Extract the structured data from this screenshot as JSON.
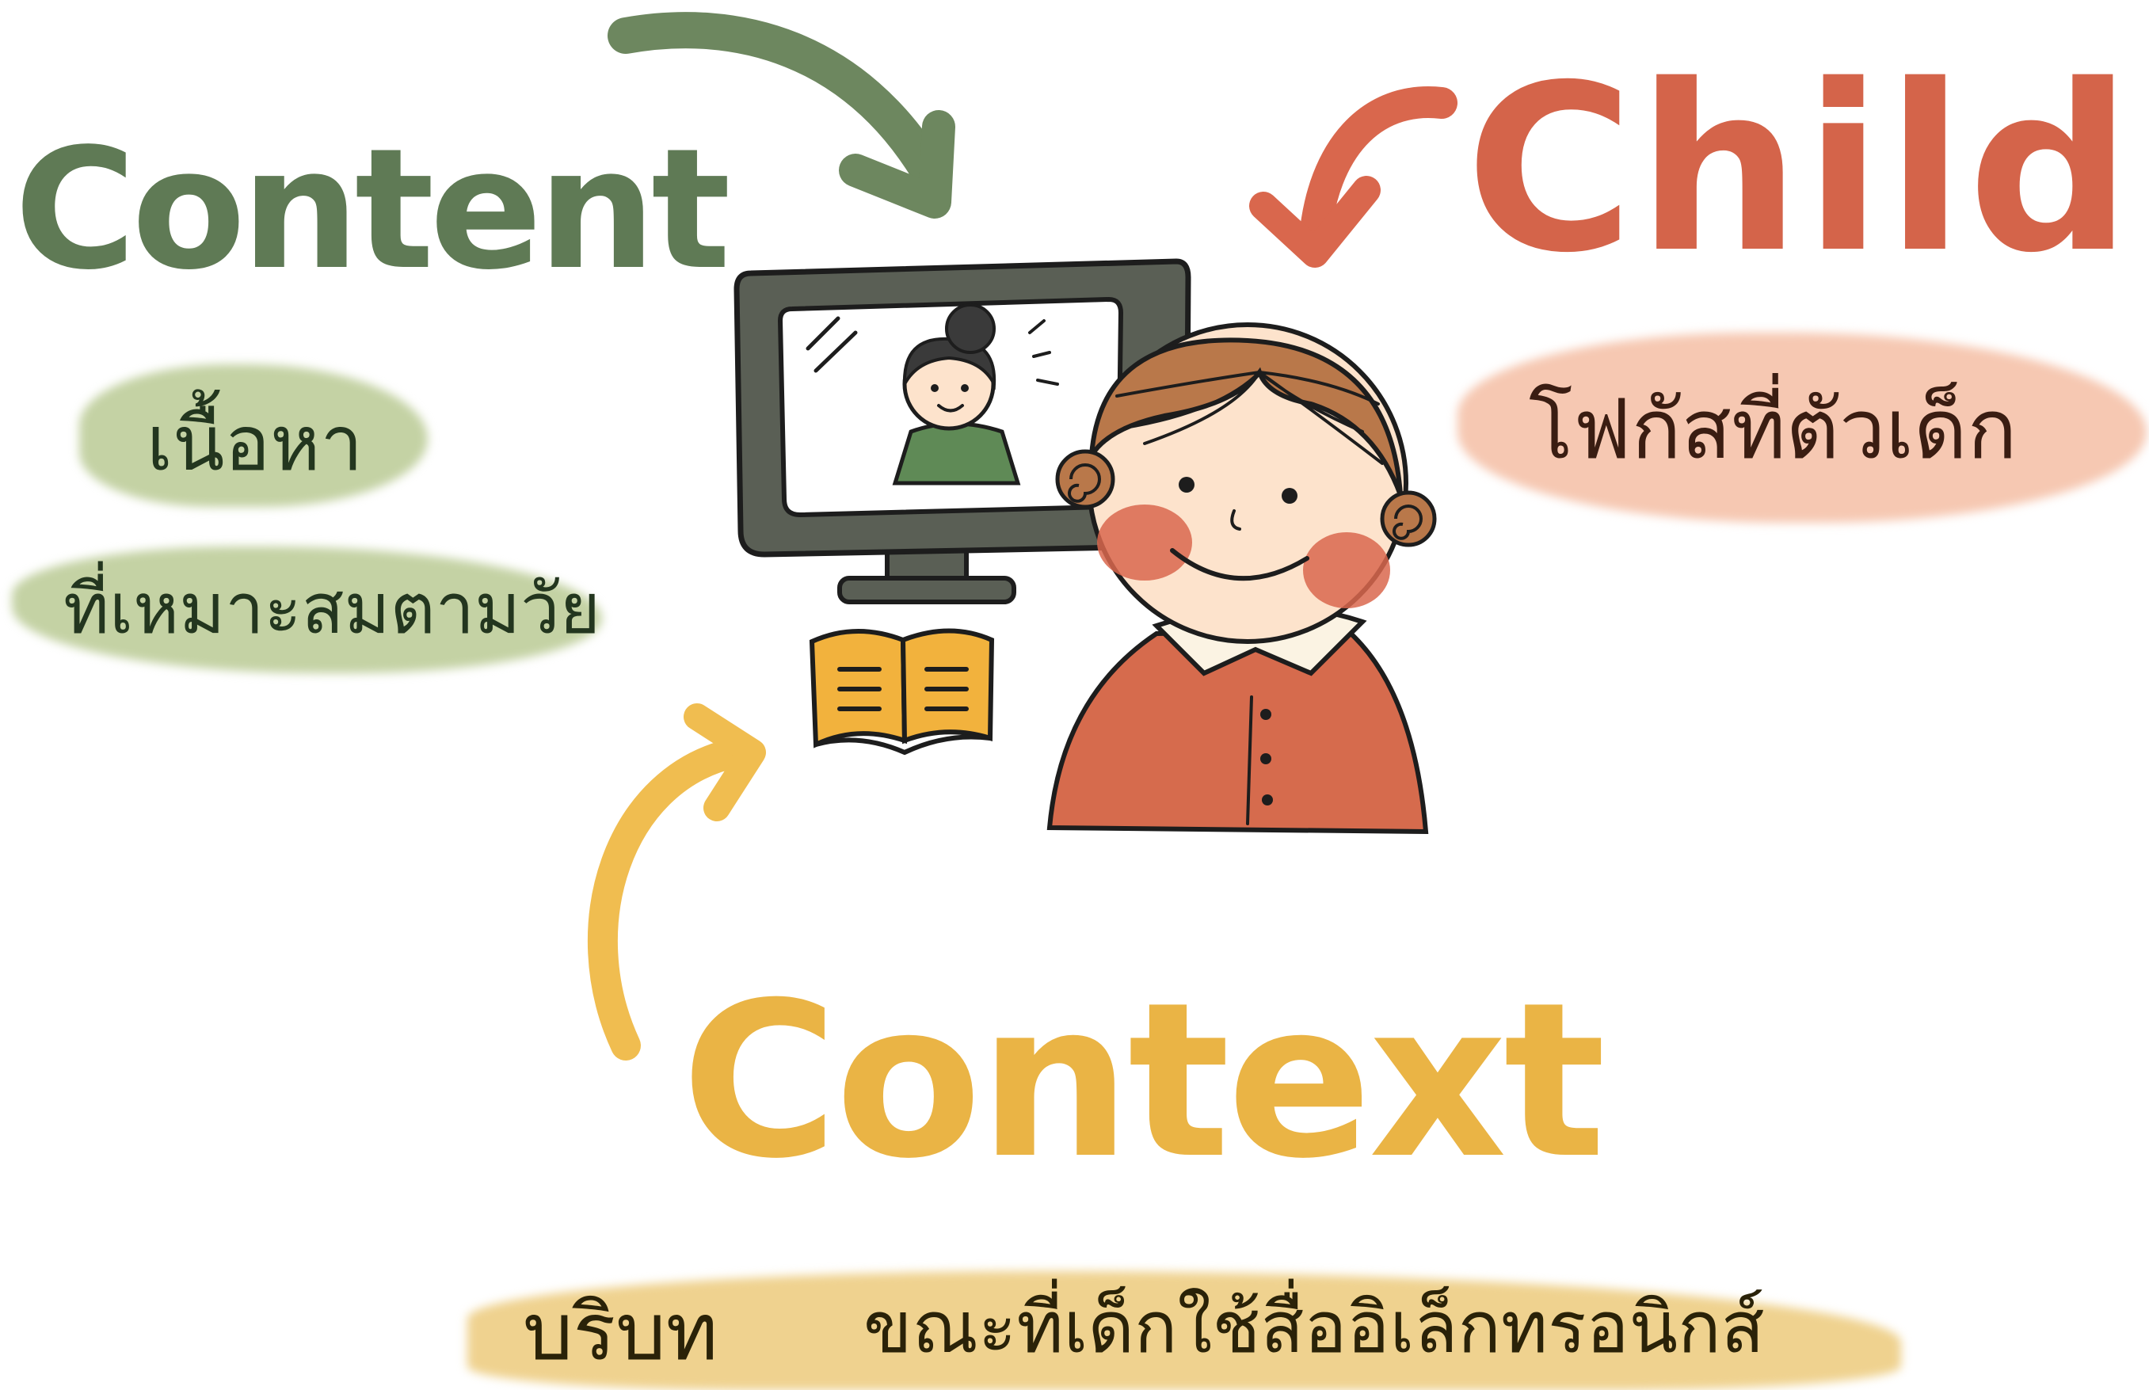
{
  "content": {
    "title": "Content",
    "line1": "เนื้อหา",
    "line2": "ที่เหมาะสมตามวัย"
  },
  "child": {
    "title": "Child",
    "line1": "โฟกัสที่ตัวเด็ก"
  },
  "context": {
    "title": "Context",
    "line1": "บริบท",
    "line2": "ขณะที่เด็กใช้สื่ออิเล็กทรอนิกส์"
  },
  "colors": {
    "content": "#5f7a55",
    "content_highlight": "#c4d2a4",
    "child": "#d4644a",
    "child_highlight": "#f6c8b2",
    "context": "#eab445",
    "context_highlight": "#efd28f",
    "ink": "#1d1d1d",
    "monitor": "#5a5f55",
    "book": "#f2b23d",
    "shirt": "#d66b4d",
    "skin": "#fde3cc",
    "hair": "#b9784a"
  },
  "icons": [
    "green-arrow-icon",
    "red-arrow-icon",
    "yellow-arrow-icon",
    "monitor-icon",
    "teacher-icon",
    "book-icon",
    "child-icon"
  ]
}
